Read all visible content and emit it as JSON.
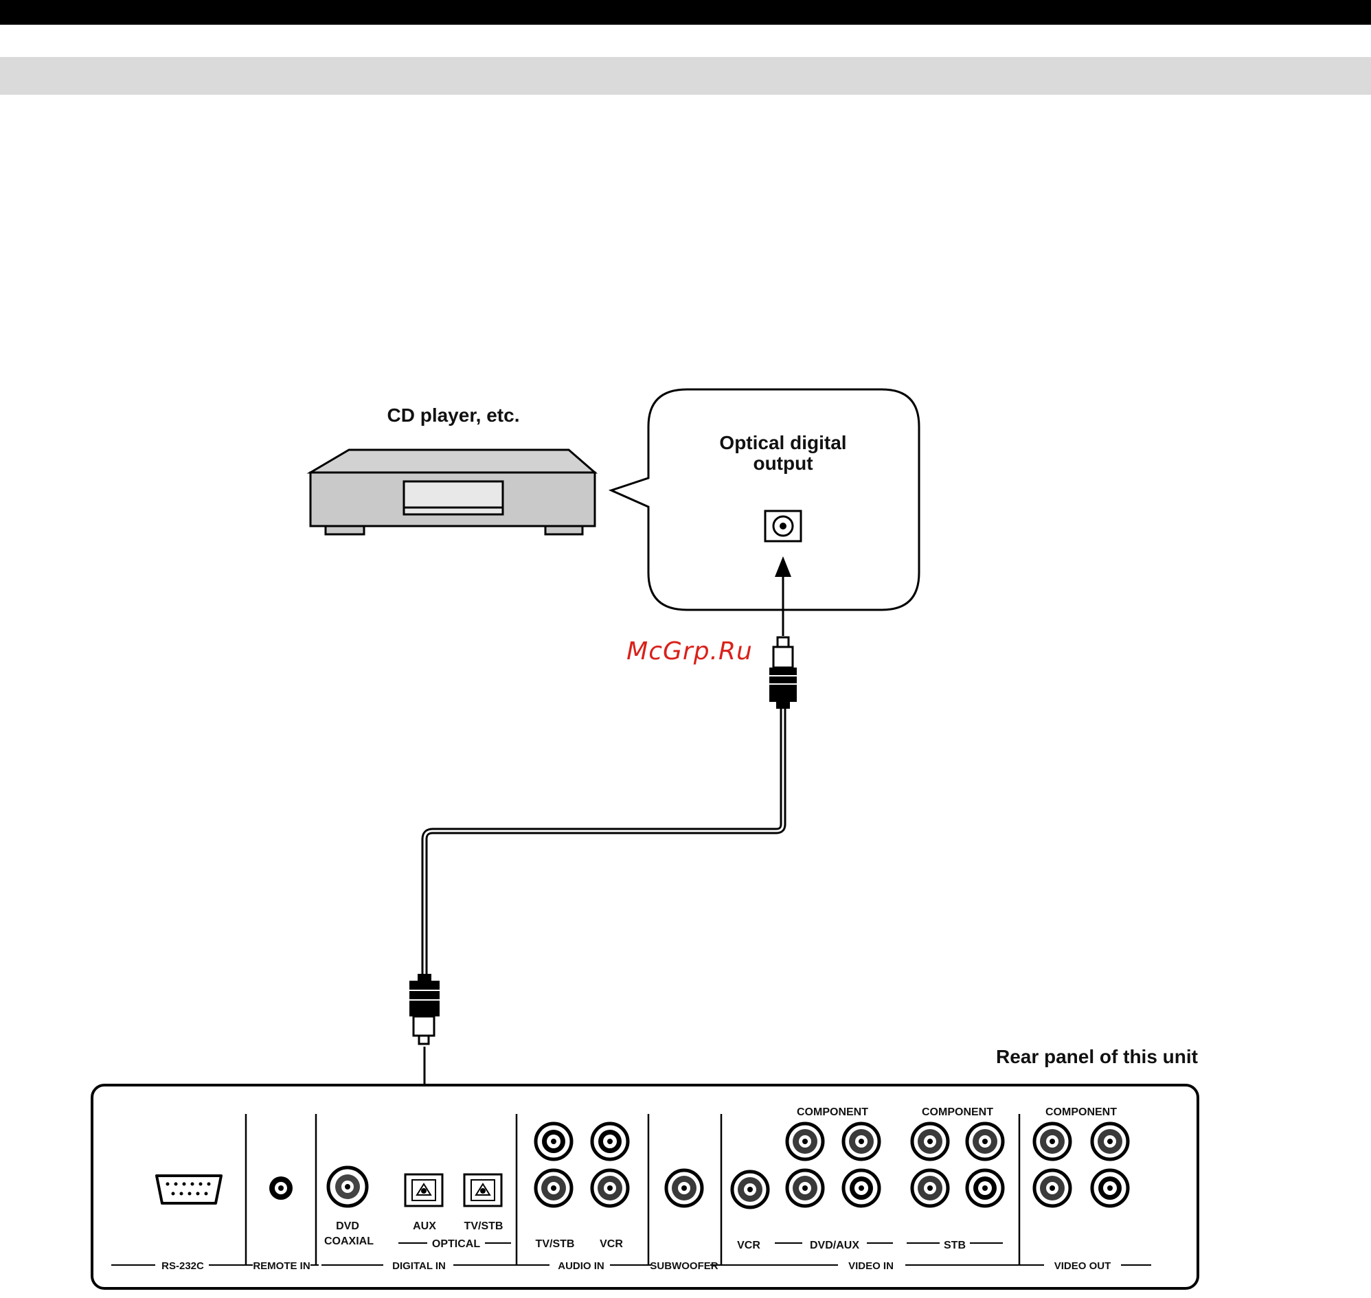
{
  "header": {
    "top_bar_color": "#000000",
    "band_color": "#dadada"
  },
  "diagram": {
    "source_label": "CD player, etc.",
    "callout_label_line1": "Optical digital",
    "callout_label_line2": "output",
    "watermark": "McGrp.Ru",
    "panel_title": "Rear panel of this unit",
    "panel": {
      "rs232c": "RS-232C",
      "remote_in": "REMOTE IN",
      "digital_in": "DIGITAL IN",
      "dvd": "DVD",
      "coaxial": "COAXIAL",
      "aux": "AUX",
      "tvstb_opt": "TV/STB",
      "optical": "OPTICAL",
      "audio_in": "AUDIO IN",
      "tvstb_audio": "TV/STB",
      "vcr_audio": "VCR",
      "subwoofer": "SUBWOOFER",
      "video_in": "VIDEO IN",
      "vcr_video": "VCR",
      "dvdaux": "DVD/AUX",
      "stb": "STB",
      "video_out": "VIDEO OUT",
      "component1": "COMPONENT",
      "component2": "COMPONENT",
      "component3": "COMPONENT"
    }
  }
}
